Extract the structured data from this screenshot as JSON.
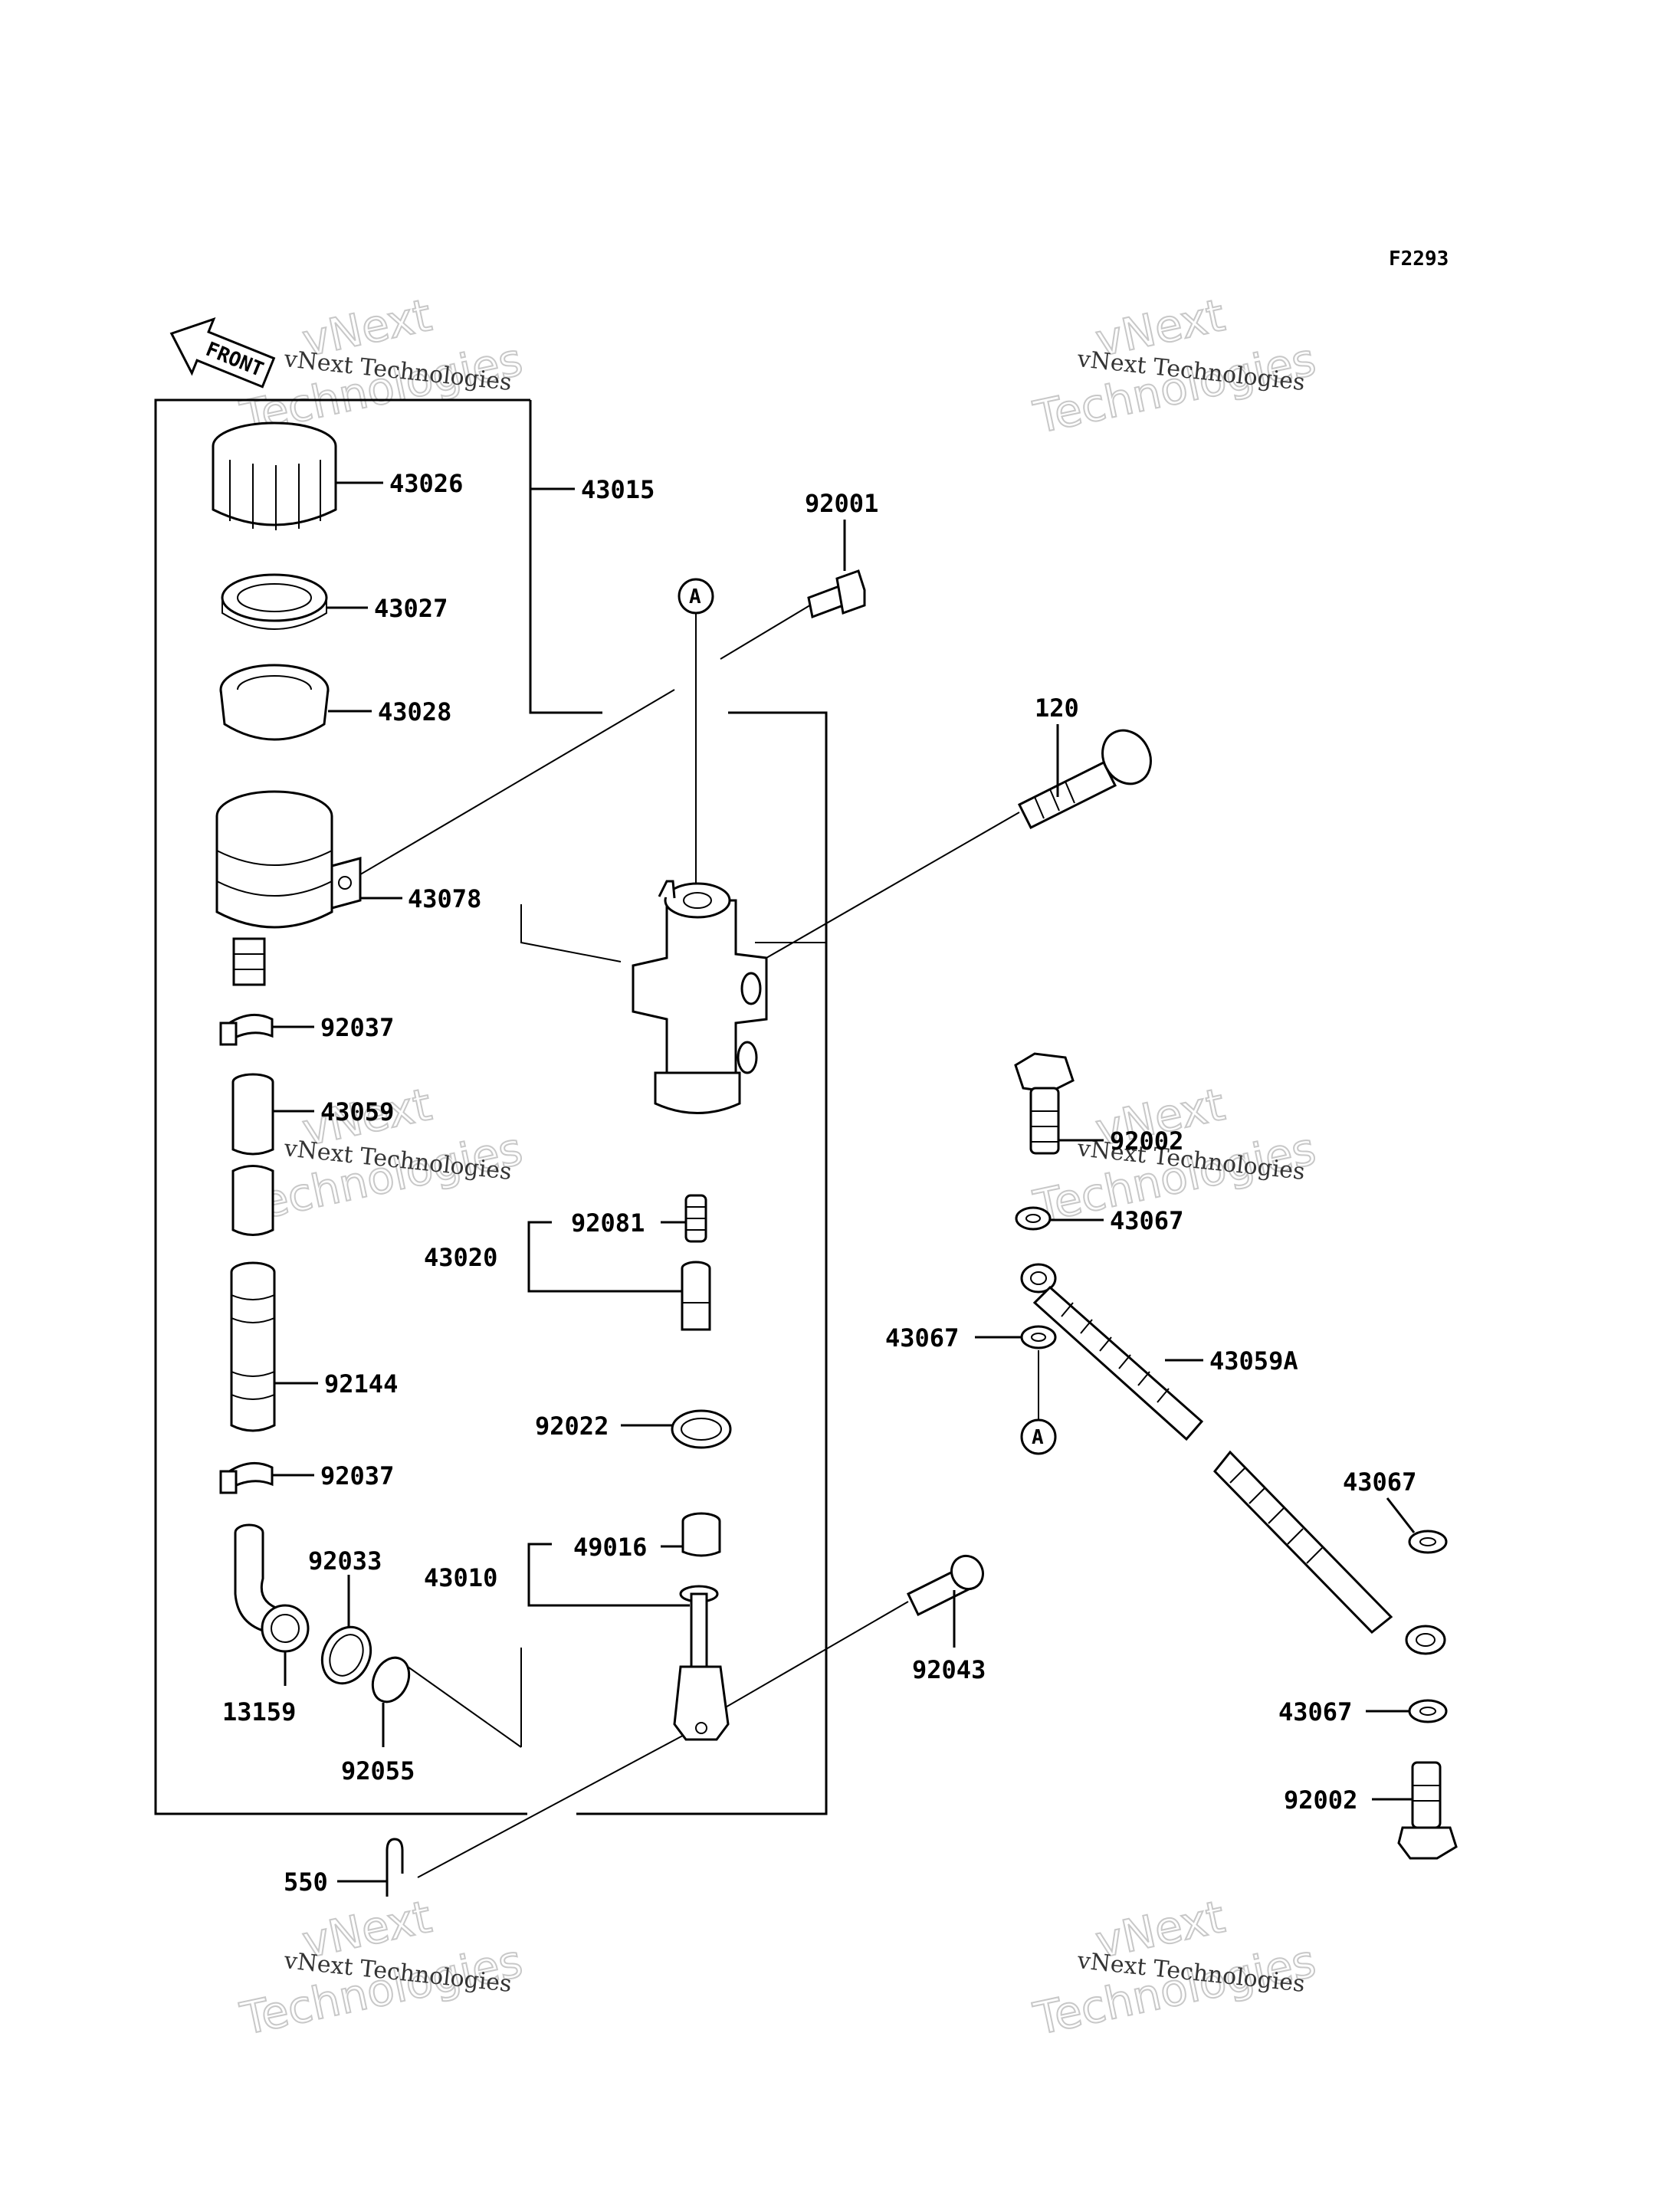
{
  "reference_id": "F2293",
  "front_marker": "FRONT",
  "watermark_line": "vNext Technologies",
  "watermark_big_1": "vNext",
  "watermark_big_2": "Technologies",
  "callout_marker": "A",
  "labels": {
    "43026": "43026",
    "43015": "43015",
    "43027": "43027",
    "43028": "43028",
    "43078": "43078",
    "92037_top": "92037",
    "43059": "43059",
    "92144": "92144",
    "92037_bottom": "92037",
    "92033": "92033",
    "13159": "13159",
    "92055": "92055",
    "550": "550",
    "92001": "92001",
    "120": "120",
    "92081": "92081",
    "43020": "43020",
    "92022": "92022",
    "49016": "49016",
    "43010": "43010",
    "92043": "92043",
    "92002_top": "92002",
    "43067_a": "43067",
    "43067_b": "43067",
    "43059A": "43059A",
    "43067_c": "43067",
    "43067_d": "43067",
    "92002_bottom": "92002"
  }
}
